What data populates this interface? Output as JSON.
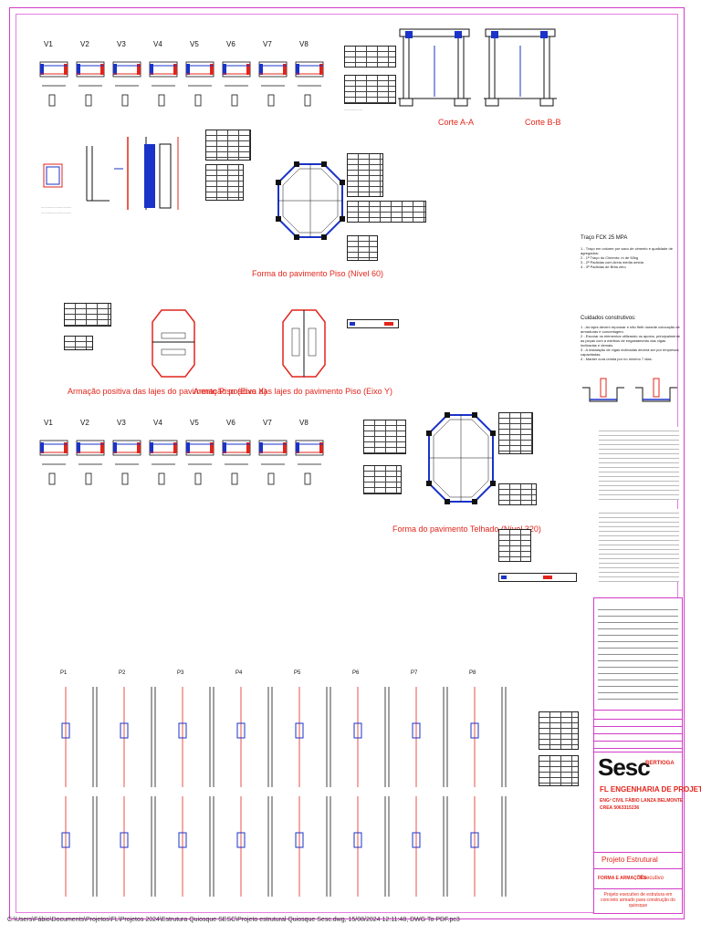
{
  "beams_top": {
    "labels": [
      "V1",
      "V2",
      "V3",
      "V4",
      "V5",
      "V6",
      "V7",
      "V8"
    ]
  },
  "beams_mid": {
    "labels": [
      "V1",
      "V2",
      "V3",
      "V4",
      "V5",
      "V6",
      "V7",
      "V8"
    ]
  },
  "columns": {
    "labels": [
      "P1",
      "P2",
      "P3",
      "P4",
      "P5",
      "P6",
      "P7",
      "P8"
    ]
  },
  "sections": {
    "corte_a": "Corte A-A",
    "corte_b": "Corte B-B"
  },
  "titles": {
    "forma_piso": "Forma do pavimento Piso (Nível 60)",
    "armacao_x": "Armação positiva das lajes do pavimento Piso (Eixo X)",
    "armacao_y": "Armação positiva das lajes do pavimento Piso (Eixo Y)",
    "forma_telhado": "Forma do pavimento Telhado (Nível 320)"
  },
  "notes": {
    "traco_title": "Traço FCK 25 MPA",
    "cuidados_title": "Cuidados construtivos:",
    "traco_items": [
      "1 - Traço em volume por saco de cimento e qualidade de agregados:",
      "2 - 1ª Traço do Cimento: m de 50kg",
      "3 - 2ª Padiolas com Areia média úmida",
      "4 - 3ª Padiolas de Brita zero"
    ],
    "cuidados_items": [
      "1 - As lajes devem repousar e não fletir durante colocação de armaduras e concretagem.",
      "2 - Escorar os elementos utilizando os apoios, principalmente as peças com a estribos de engastamento das vigas inclinadas e demais.",
      "3 - A instalação de vigas inclinadas deverá ser por empresas capacitadas.",
      "4 - Manter cura úmida por no mínimo 7 dias."
    ]
  },
  "title_block": {
    "client_brand": "Sesc",
    "client_unit": "BERTIOGA",
    "firm": "FL ENGENHARIA DE PROJETOS",
    "engineer": "ENGº CIVIL FÁBIO LANZA BELMONTE",
    "crea": "CREA 5063315236",
    "project": "Projeto Estrutural",
    "sheet": "FORMA E ARMAÇÕES",
    "phase": "Executivo",
    "description": "Projeto executivo de estrutura em concreto armado para construção do quiosque"
  },
  "footer": {
    "path": "C:\\Users\\Fábio\\Documents\\Projetos\\FL\\Projetos 2024\\Estrutura Quiosque SESC\\Projeto estrutural Quiosque Sesc.dwg, 15/08/2024 12:11:48, DWG To PDF.pc3"
  },
  "colors": {
    "sheet_border": "#d23cc8",
    "red": "#e2251b",
    "blue": "#1a33c8"
  }
}
